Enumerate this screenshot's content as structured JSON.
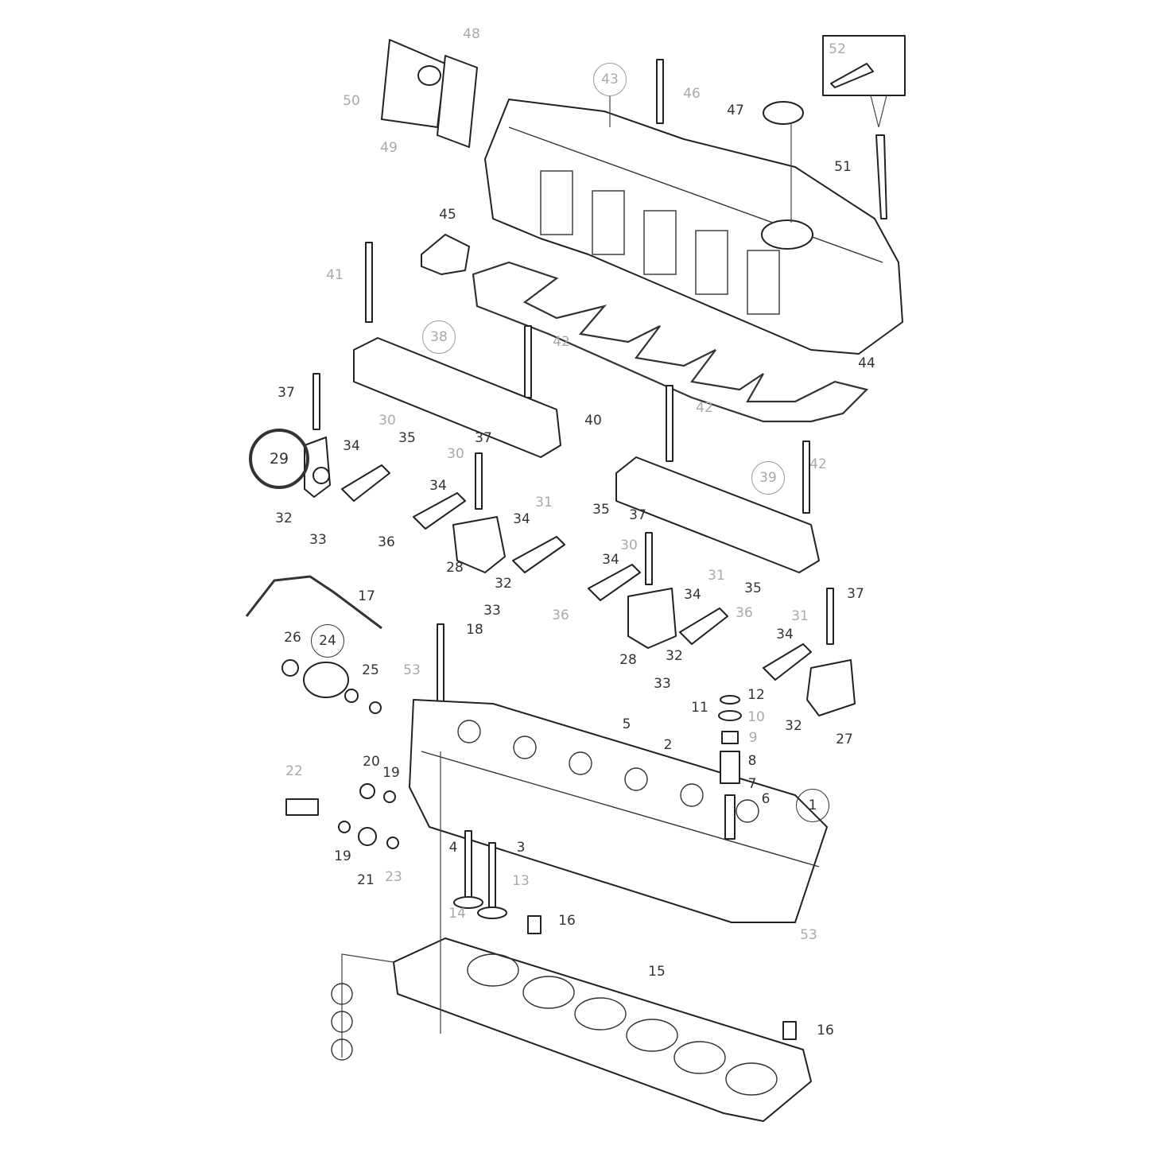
{
  "highlight_color": "#1f6f2f",
  "highlighted_part": "29",
  "callouts": [
    {
      "n": "48",
      "gray": true
    },
    {
      "n": "50",
      "gray": true
    },
    {
      "n": "49",
      "gray": true
    },
    {
      "n": "43",
      "gray": true,
      "circled": true
    },
    {
      "n": "46",
      "gray": true
    },
    {
      "n": "47"
    },
    {
      "n": "52",
      "gray": true
    },
    {
      "n": "51"
    },
    {
      "n": "45"
    },
    {
      "n": "41",
      "gray": true
    },
    {
      "n": "38",
      "gray": true,
      "circled": true
    },
    {
      "n": "42",
      "gray": true
    },
    {
      "n": "37"
    },
    {
      "n": "30",
      "gray": true
    },
    {
      "n": "40"
    },
    {
      "n": "42",
      "gray": true
    },
    {
      "n": "44"
    },
    {
      "n": "29",
      "circled": true,
      "highlight": true
    },
    {
      "n": "34"
    },
    {
      "n": "35"
    },
    {
      "n": "37"
    },
    {
      "n": "30",
      "gray": true
    },
    {
      "n": "34"
    },
    {
      "n": "39",
      "gray": true,
      "circled": true
    },
    {
      "n": "42",
      "gray": true
    },
    {
      "n": "32"
    },
    {
      "n": "33"
    },
    {
      "n": "36"
    },
    {
      "n": "31",
      "gray": true
    },
    {
      "n": "35"
    },
    {
      "n": "34"
    },
    {
      "n": "37"
    },
    {
      "n": "30",
      "gray": true
    },
    {
      "n": "34"
    },
    {
      "n": "28"
    },
    {
      "n": "32"
    },
    {
      "n": "33"
    },
    {
      "n": "36",
      "gray": true
    },
    {
      "n": "17"
    },
    {
      "n": "31",
      "gray": true
    },
    {
      "n": "34"
    },
    {
      "n": "35"
    },
    {
      "n": "36",
      "gray": true
    },
    {
      "n": "31",
      "gray": true
    },
    {
      "n": "37"
    },
    {
      "n": "34"
    },
    {
      "n": "26"
    },
    {
      "n": "24",
      "circled": true
    },
    {
      "n": "18"
    },
    {
      "n": "28"
    },
    {
      "n": "32"
    },
    {
      "n": "33"
    },
    {
      "n": "25"
    },
    {
      "n": "53",
      "gray": true
    },
    {
      "n": "12"
    },
    {
      "n": "11"
    },
    {
      "n": "10",
      "gray": true
    },
    {
      "n": "32"
    },
    {
      "n": "27"
    },
    {
      "n": "5"
    },
    {
      "n": "9",
      "gray": true
    },
    {
      "n": "2"
    },
    {
      "n": "8"
    },
    {
      "n": "7"
    },
    {
      "n": "6"
    },
    {
      "n": "1",
      "circled": true
    },
    {
      "n": "22",
      "gray": true
    },
    {
      "n": "20"
    },
    {
      "n": "19"
    },
    {
      "n": "4"
    },
    {
      "n": "3"
    },
    {
      "n": "19"
    },
    {
      "n": "21"
    },
    {
      "n": "23",
      "gray": true
    },
    {
      "n": "13",
      "gray": true
    },
    {
      "n": "14",
      "gray": true
    },
    {
      "n": "16"
    },
    {
      "n": "53",
      "gray": true
    },
    {
      "n": "15"
    },
    {
      "n": "16"
    }
  ]
}
